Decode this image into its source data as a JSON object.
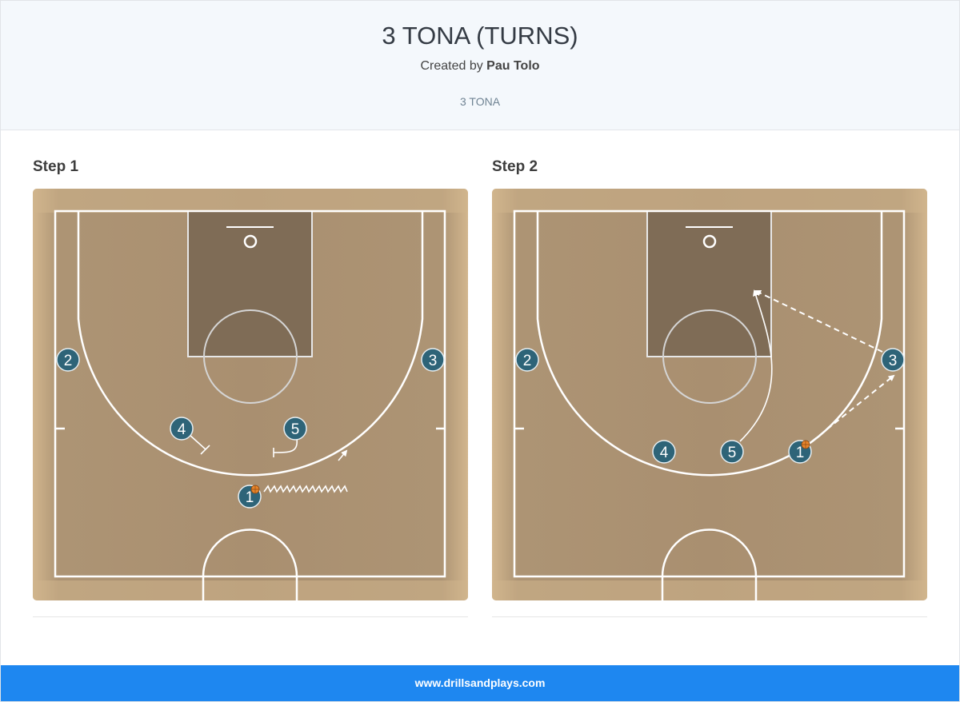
{
  "header": {
    "title": "3 TONA (TURNS)",
    "created_by_prefix": "Created by",
    "author": "Pau Tolo",
    "tag": "3 TONA"
  },
  "steps": [
    {
      "label": "Step 1",
      "players": [
        {
          "number": "1",
          "has_ball": true
        },
        {
          "number": "2",
          "has_ball": false
        },
        {
          "number": "3",
          "has_ball": false
        },
        {
          "number": "4",
          "has_ball": false
        },
        {
          "number": "5",
          "has_ball": false
        }
      ],
      "actions": [
        "dribble",
        "screen",
        "screen"
      ]
    },
    {
      "label": "Step 2",
      "players": [
        {
          "number": "1",
          "has_ball": true
        },
        {
          "number": "2",
          "has_ball": false
        },
        {
          "number": "3",
          "has_ball": false
        },
        {
          "number": "4",
          "has_ball": false
        },
        {
          "number": "5",
          "has_ball": false
        }
      ],
      "actions": [
        "pass",
        "pass",
        "cut"
      ]
    }
  ],
  "colors": {
    "player_fill": "#2e6478",
    "court_wood": "#b39a78",
    "paint": "#7f6c56",
    "footer": "#1e87f0"
  },
  "footer": {
    "url": "www.drillsandplays.com"
  }
}
